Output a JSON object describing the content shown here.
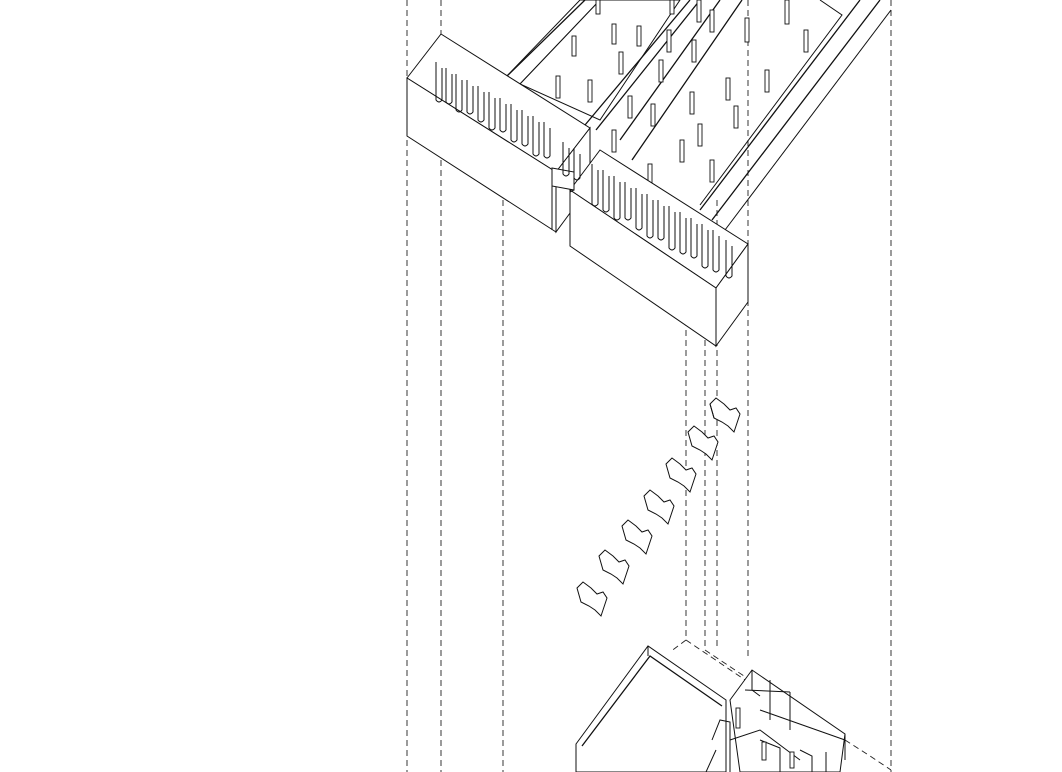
{
  "drawing": {
    "type": "exploded-axonometric",
    "components": [
      {
        "name": "upper-building-with-ribbed-facade"
      },
      {
        "name": "floating-connector-pieces",
        "count": 7
      },
      {
        "name": "lower-building-base"
      }
    ],
    "colors": {
      "line": "#111111",
      "background": "#ffffff"
    }
  }
}
